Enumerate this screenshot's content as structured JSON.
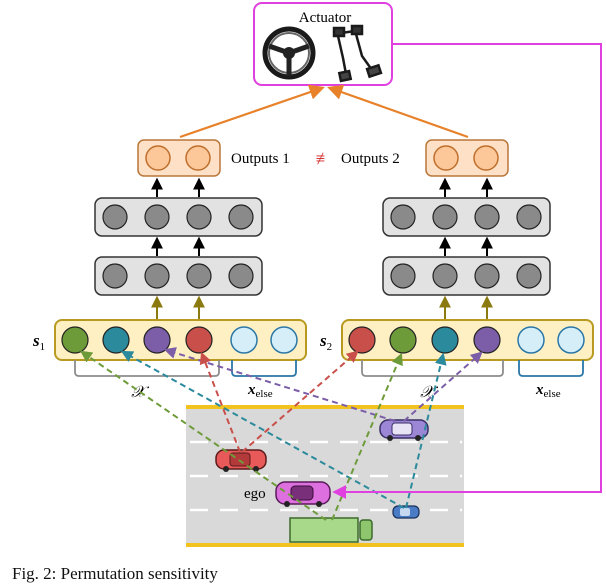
{
  "actuator": {
    "label": "Actuator",
    "icons": [
      "steering-wheel-icon",
      "pedals-icon"
    ]
  },
  "outputs": {
    "left": "Outputs 1",
    "not_equal": "≢",
    "right": "Outputs 2"
  },
  "state_vectors": {
    "left": {
      "symbol": "s",
      "subscript": "1",
      "node_colors": [
        "#6e9b3a",
        "#2b8a9c",
        "#7b5ea7",
        "#c9504a",
        "#d6eef7",
        "#d6eef7"
      ],
      "group_label": "𝒳",
      "else_label": "x",
      "else_subscript": "else"
    },
    "right": {
      "symbol": "s",
      "subscript": "2",
      "node_colors": [
        "#c9504a",
        "#6e9b3a",
        "#2b8a9c",
        "#7b5ea7",
        "#d6eef7",
        "#d6eef7"
      ],
      "group_label": "𝒳",
      "else_label": "x",
      "else_subscript": "else"
    }
  },
  "road": {
    "ego_label": "ego"
  },
  "colors": {
    "actuator_border": "#e040e0",
    "output_fill": "#fcc89a",
    "output_border": "#b8763a",
    "hidden_fill": "#8a8a8a",
    "input_border": "#b89a20",
    "input_fill": "#fff0c4",
    "arrow_orange": "#e8822a",
    "arrow_olive": "#8a7a10",
    "road": "#d9d9d9",
    "road_edge": "#f2c31f"
  },
  "caption": "Fig. 2: Permutation sensitivity"
}
